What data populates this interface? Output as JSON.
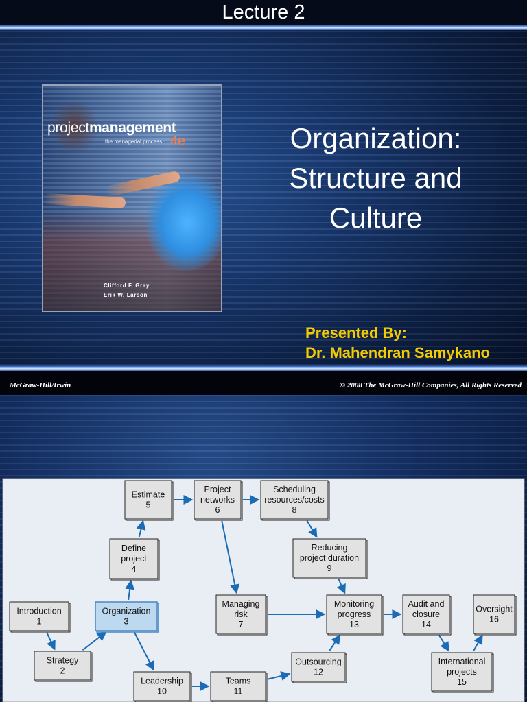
{
  "slide1": {
    "header": {
      "title": "Lecture 2"
    },
    "book": {
      "title_part1": "project",
      "title_part2": "management",
      "subtitle": "the managerial process",
      "edition": "4e",
      "author1": "Clifford F. Gray",
      "author2": "Erik W. Larson"
    },
    "title_lines": [
      "Organization:",
      "Structure and",
      "Culture"
    ],
    "presenter": {
      "line1": "Presented By:",
      "line2": "Dr. Mahendran Samykano"
    },
    "footer": {
      "left": "McGraw-Hill/Irwin",
      "right": "© 2008 The McGraw-Hill Companies, All Rights Reserved"
    }
  },
  "diagram": {
    "colors": {
      "box_fill": "#e2e2e2",
      "highlight_fill": "#bcd9f0",
      "arrow": "#1b6bb5",
      "panel": "#e9eef5"
    },
    "nodes": [
      {
        "id": "introduction",
        "lines": [
          "Introduction",
          "1"
        ]
      },
      {
        "id": "strategy",
        "lines": [
          "Strategy",
          "2"
        ]
      },
      {
        "id": "organization",
        "lines": [
          "Organization",
          "3"
        ],
        "highlight": true
      },
      {
        "id": "define-project",
        "lines": [
          "Define",
          "project",
          "4"
        ]
      },
      {
        "id": "estimate",
        "lines": [
          "Estimate",
          "5"
        ]
      },
      {
        "id": "project-networks",
        "lines": [
          "Project",
          "networks",
          "6"
        ]
      },
      {
        "id": "managing-risk",
        "lines": [
          "Managing",
          "risk",
          "7"
        ]
      },
      {
        "id": "scheduling",
        "lines": [
          "Scheduling",
          "resources/costs",
          "8"
        ]
      },
      {
        "id": "reducing",
        "lines": [
          "Reducing",
          "project duration",
          "9"
        ]
      },
      {
        "id": "leadership",
        "lines": [
          "Leadership",
          "10"
        ]
      },
      {
        "id": "teams",
        "lines": [
          "Teams",
          "11"
        ]
      },
      {
        "id": "outsourcing",
        "lines": [
          "Outsourcing",
          "12"
        ]
      },
      {
        "id": "monitoring",
        "lines": [
          "Monitoring",
          "progress",
          "13"
        ]
      },
      {
        "id": "audit",
        "lines": [
          "Audit and",
          "closure",
          "14"
        ]
      },
      {
        "id": "international",
        "lines": [
          "International",
          "projects",
          "15"
        ]
      },
      {
        "id": "oversight",
        "lines": [
          "Oversight",
          "16"
        ]
      }
    ],
    "edges": [
      [
        "introduction",
        "strategy"
      ],
      [
        "strategy",
        "organization"
      ],
      [
        "organization",
        "define-project"
      ],
      [
        "organization",
        "leadership"
      ],
      [
        "define-project",
        "estimate"
      ],
      [
        "estimate",
        "project-networks"
      ],
      [
        "project-networks",
        "scheduling"
      ],
      [
        "project-networks",
        "managing-risk"
      ],
      [
        "scheduling",
        "reducing"
      ],
      [
        "reducing",
        "monitoring"
      ],
      [
        "managing-risk",
        "monitoring"
      ],
      [
        "leadership",
        "teams"
      ],
      [
        "teams",
        "outsourcing"
      ],
      [
        "outsourcing",
        "monitoring"
      ],
      [
        "monitoring",
        "audit"
      ],
      [
        "audit",
        "international"
      ],
      [
        "international",
        "oversight"
      ]
    ]
  }
}
